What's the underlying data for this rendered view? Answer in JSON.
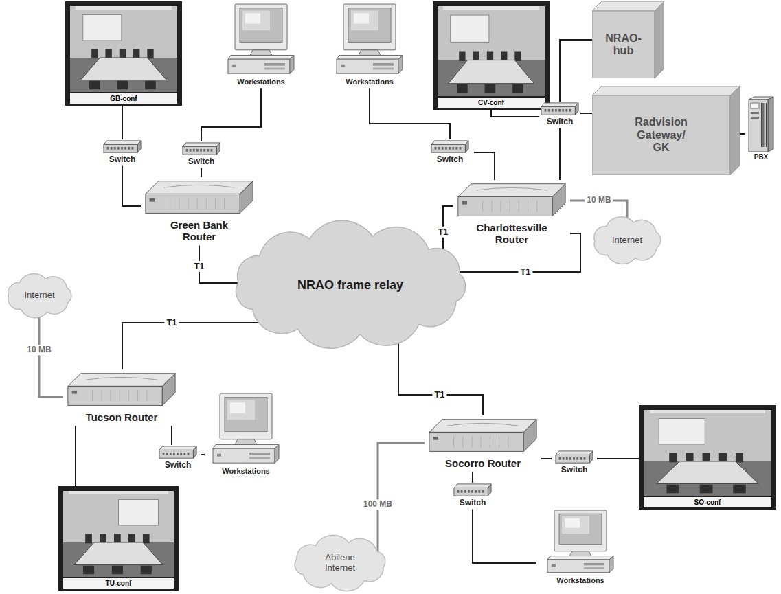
{
  "diagram": {
    "nodes": [
      {
        "text": [
          "GB-conf"
        ]
      },
      {
        "text": [
          "Workstations"
        ]
      },
      {
        "text": [
          "Switch"
        ]
      },
      {
        "text": [
          "Switch"
        ]
      },
      {
        "text": [
          "Green Bank Router"
        ]
      },
      {
        "text": [
          "Workstations"
        ]
      },
      {
        "text": [
          "CV-conf"
        ]
      },
      {
        "text": [
          "NRAO-hub"
        ]
      },
      {
        "text": [
          "Radvision Gateway/ GK"
        ]
      },
      {
        "text": [
          "PBX"
        ]
      },
      {
        "text": [
          "Switch"
        ]
      },
      {
        "text": [
          "Switch"
        ]
      },
      {
        "text": [
          "Charlottesville Router"
        ]
      },
      {
        "text": [
          "Internet"
        ]
      },
      {
        "text": [
          "NRAO frame relay"
        ]
      },
      {
        "text": [
          "Internet"
        ]
      },
      {
        "text": [
          "Tucson Router"
        ]
      },
      {
        "text": [
          "Switch"
        ]
      },
      {
        "text": [
          "Workstations"
        ]
      },
      {
        "text": [
          "TU-conf"
        ]
      },
      {
        "text": [
          "Socorro Router"
        ]
      },
      {
        "text": [
          "Switch"
        ]
      },
      {
        "text": [
          "SO-conf"
        ]
      },
      {
        "text": [
          "Switch"
        ]
      },
      {
        "text": [
          "Workstations"
        ]
      },
      {
        "text": [
          "Abilene Internet"
        ]
      }
    ],
    "edges": [
      {
        "from": 0,
        "to": 2,
        "arrow": "none"
      },
      {
        "from": 2,
        "to": 4,
        "arrow": "none"
      },
      {
        "from": 1,
        "to": 3,
        "arrow": "none"
      },
      {
        "from": 3,
        "to": 4,
        "arrow": "none"
      },
      {
        "from": 4,
        "to": 14,
        "label": "T1",
        "arrow": "none"
      },
      {
        "from": 5,
        "to": 10,
        "arrow": "none"
      },
      {
        "from": 10,
        "to": 12,
        "arrow": "none"
      },
      {
        "from": 6,
        "to": 11,
        "arrow": "none"
      },
      {
        "from": 7,
        "to": 11,
        "arrow": "none"
      },
      {
        "from": 11,
        "to": 8,
        "arrow": "none"
      },
      {
        "from": 8,
        "to": 9,
        "arrow": "none"
      },
      {
        "from": 11,
        "to": 12,
        "arrow": "none"
      },
      {
        "from": 12,
        "to": 14,
        "label": "T1",
        "arrow": "none"
      },
      {
        "from": 12,
        "to": 14,
        "label": "T1",
        "arrow": "none"
      },
      {
        "from": 12,
        "to": 13,
        "label": "10 MB",
        "arrow": "none"
      },
      {
        "from": 16,
        "to": 15,
        "label": "10 MB",
        "arrow": "none"
      },
      {
        "from": 16,
        "to": 14,
        "label": "T1",
        "arrow": "none"
      },
      {
        "from": 16,
        "to": 17,
        "arrow": "none"
      },
      {
        "from": 17,
        "to": 18,
        "arrow": "none"
      },
      {
        "from": 16,
        "to": 19,
        "arrow": "none"
      },
      {
        "from": 20,
        "to": 14,
        "label": "T1",
        "arrow": "none"
      },
      {
        "from": 20,
        "to": 25,
        "label": "100 MB",
        "arrow": "none"
      },
      {
        "from": 20,
        "to": 21,
        "arrow": "none"
      },
      {
        "from": 21,
        "to": 22,
        "arrow": "none"
      },
      {
        "from": 20,
        "to": 23,
        "arrow": "none"
      },
      {
        "from": 23,
        "to": 24,
        "arrow": "none"
      }
    ]
  }
}
